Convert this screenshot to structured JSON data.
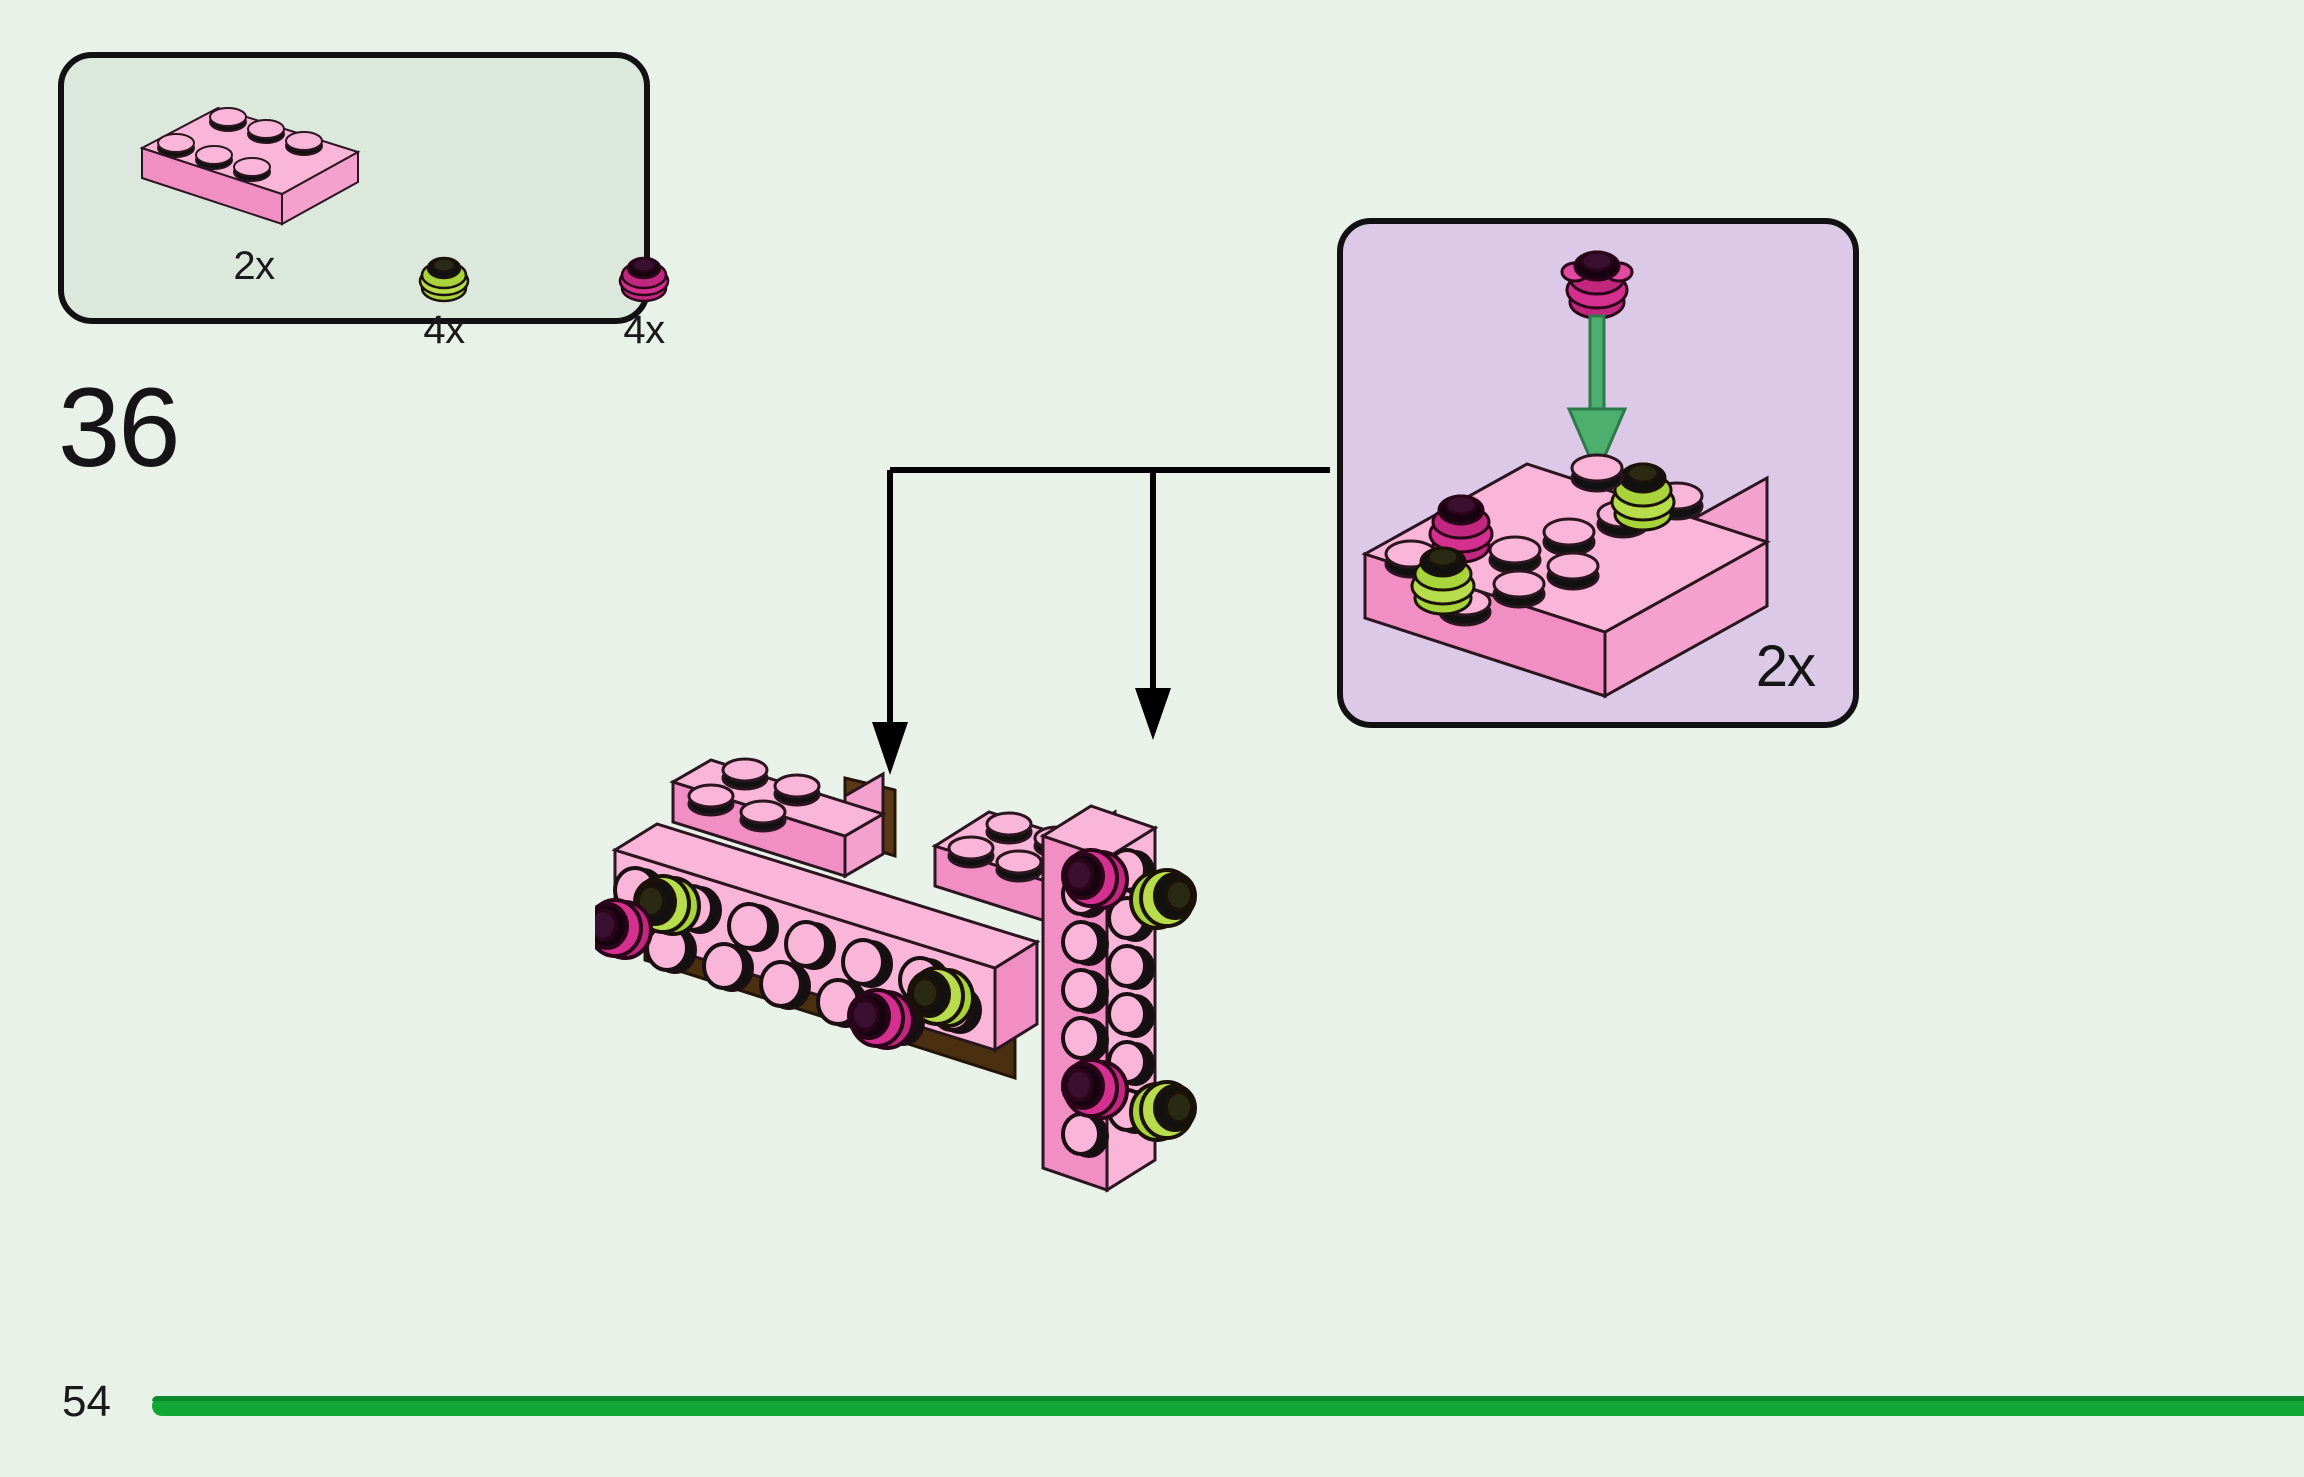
{
  "page": {
    "background_color": "#e9f2e9",
    "page_number": "54",
    "progress_bar_color": "#11a636",
    "progress_percent": 100
  },
  "step": {
    "number": "36"
  },
  "parts_list": {
    "box_fill_color": "#dde8dd",
    "border_color": "#111111",
    "items": [
      {
        "icon": "lego-brick-2x6-pink-icon",
        "quantity": "2x",
        "part_description": "pink 2x6 brick",
        "color": "#f7a8cf"
      },
      {
        "icon": "lego-round-plate-lime-icon",
        "quantity": "4x",
        "part_description": "lime round plate with flower edge",
        "color": "#a8d33a"
      },
      {
        "icon": "lego-round-plate-magenta-icon",
        "quantity": "4x",
        "part_description": "magenta round plate with flower edge",
        "color": "#d5308f"
      }
    ]
  },
  "callout": {
    "box_fill_color": "#dcc9e8",
    "border_color": "#111111",
    "quantity": "2x",
    "arrow_color": "#4caf6e",
    "description": "sub-assembly: pink 2x6 brick with lime and magenta round plates",
    "added_part": "magenta round plate"
  },
  "assembly": {
    "brick_pink_top": "#f9b6d8",
    "brick_pink_side": "#f18fc4",
    "brick_brown": "#4a2f11",
    "plate_lime": "#a8d33a",
    "plate_magenta": "#d5308f",
    "outline": "#1a1a1a",
    "arrow_color": "#000000",
    "arrow_count": 2
  }
}
